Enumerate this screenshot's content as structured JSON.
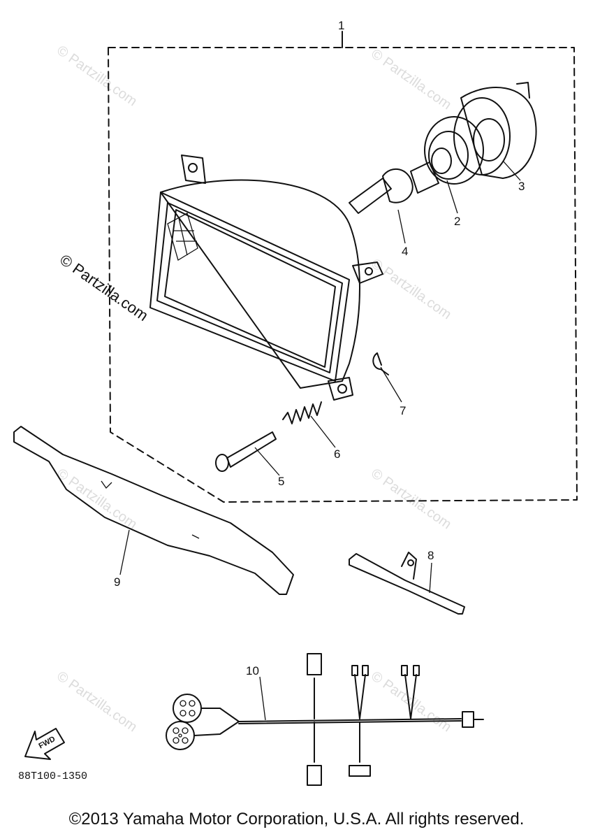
{
  "callouts": {
    "c1": "1",
    "c2": "2",
    "c3": "3",
    "c4": "4",
    "c5": "5",
    "c6": "6",
    "c7": "7",
    "c8": "8",
    "c9": "9",
    "c10": "10"
  },
  "fwd_label": "FWD",
  "drawing_code": "88T100-1350",
  "copyright": "©2013 Yamaha Motor Corporation, U.S.A. All rights reserved.",
  "watermark": "© Partzilla.com"
}
